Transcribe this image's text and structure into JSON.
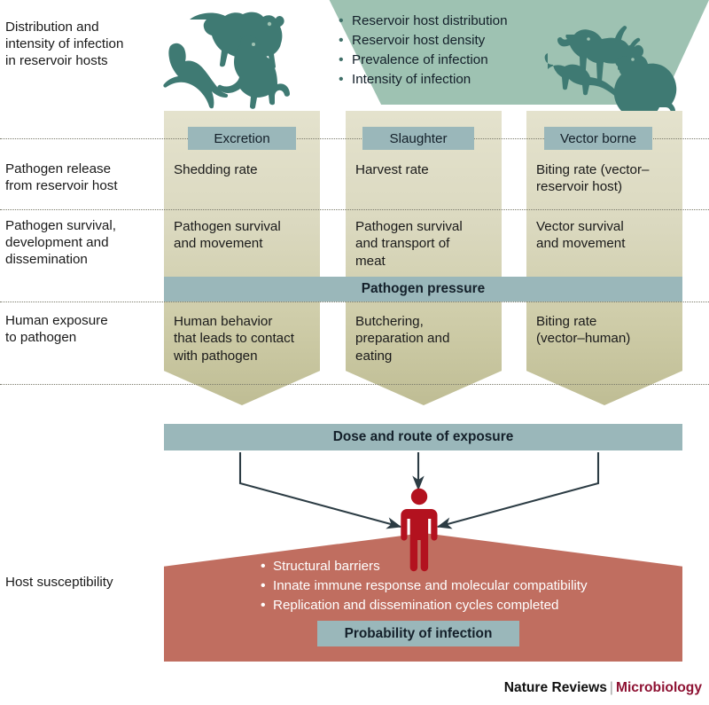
{
  "figure": {
    "title": "Distribution and intensity of infection in reservoir hosts pathway diagram",
    "colors": {
      "green_band": "#9ec2b2",
      "animal_silhouette": "#3f7a73",
      "column_beige_top": "#e4e2cd",
      "column_beige_bottom": "#bfbd94",
      "chip_blue": "#9ab7ba",
      "red_triangle": "#c06e60",
      "human_figure": "#b3121f",
      "arrow": "#2c3c44",
      "footer_accent": "#8e1233"
    }
  },
  "top_section": {
    "label": "Distribution and\nintensity of infection\nin reservoir hosts",
    "bullets": [
      "Reservoir host distribution",
      "Reservoir host density",
      "Prevalence of infection",
      "Intensity of infection"
    ],
    "animals": [
      "pig-icon",
      "bat-icon",
      "primate-icon",
      "goat-icon",
      "rat-icon",
      "chicken-icon"
    ]
  },
  "row_labels": [
    "Pathogen release\nfrom reservoir host",
    "Pathogen survival,\ndevelopment and\ndissemination",
    "Human exposure\nto pathogen",
    "Host susceptibility"
  ],
  "columns": [
    {
      "header": "Excretion",
      "release": "Shedding rate",
      "survival": "Pathogen survival\nand movement",
      "exposure": "Human behavior\nthat leads to contact\nwith pathogen"
    },
    {
      "header": "Slaughter",
      "release": "Harvest rate",
      "survival": "Pathogen survival\nand transport of\nmeat",
      "exposure": "Butchering,\npreparation and\neating"
    },
    {
      "header": "Vector borne",
      "release": "Biting rate (vector–\nreservoir host)",
      "survival": "Vector survival\nand movement",
      "exposure": "Biting rate\n(vector–human)"
    }
  ],
  "bars": {
    "pathogen_pressure": "Pathogen pressure",
    "dose_and_route": "Dose and route of exposure",
    "probability_of_infection": "Probability of infection"
  },
  "susceptibility": {
    "bullets": [
      "Structural barriers",
      "Innate immune response and molecular compatibility",
      "Replication and dissemination cycles completed"
    ]
  },
  "footer": {
    "brand": "Nature Reviews",
    "separator": "|",
    "journal": "Microbiology"
  }
}
